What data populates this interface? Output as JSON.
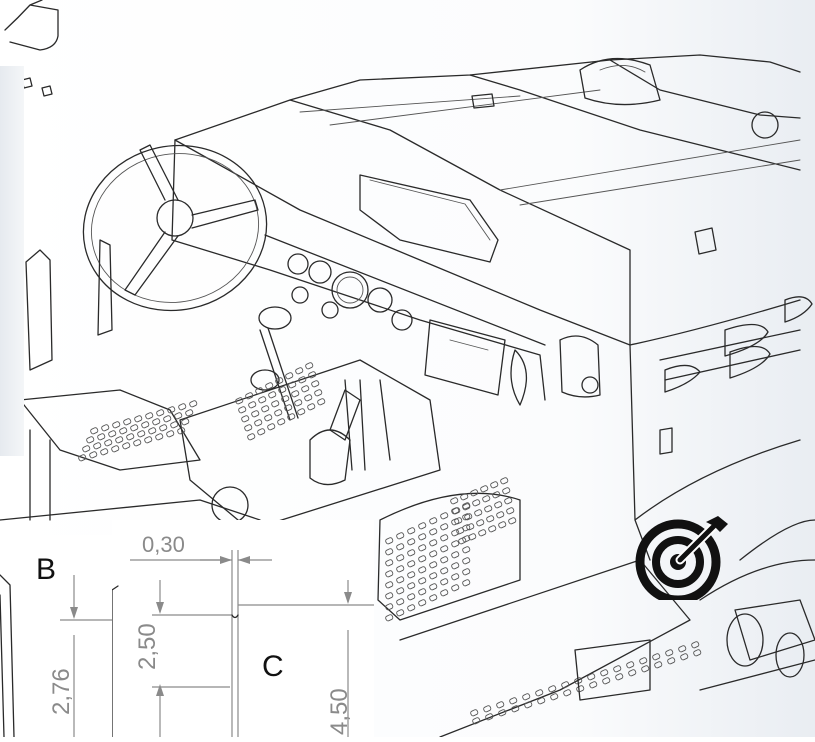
{
  "labels": {
    "inset_b": "B",
    "inset_c": "C"
  },
  "dimensions": {
    "top_gap": "0,30",
    "inner_height": "2,50",
    "outer_height": "4,50",
    "left_height": "2,76"
  },
  "icons": {
    "target": "target-arrow-icon"
  },
  "colors": {
    "line": "#2a2a2a",
    "dimension": "#8a8a8a",
    "panel": "#e6eaef",
    "icon": "#111111"
  }
}
